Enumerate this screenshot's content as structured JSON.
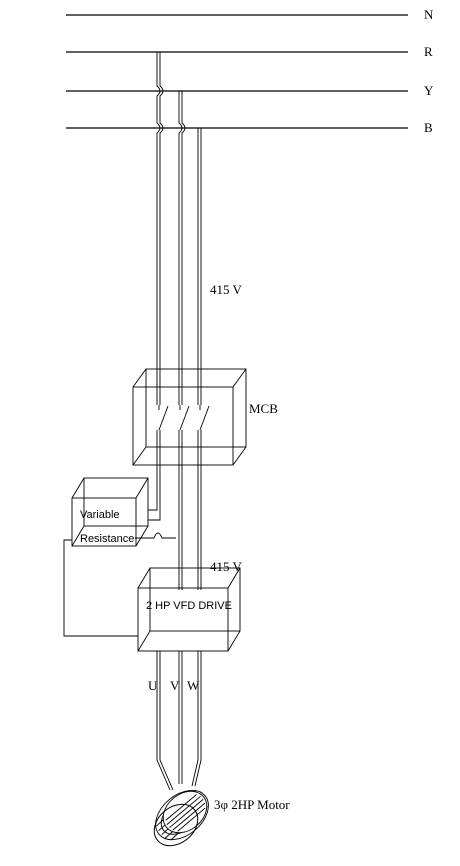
{
  "bus": {
    "n_label": "N",
    "r_label": "R",
    "y_label": "Y",
    "b_label": "B"
  },
  "labels": {
    "voltage_top": "415 V",
    "mcb": "MCB",
    "resistance_line1": "Variable",
    "resistance_line2": "Resistance",
    "voltage_drive": "415 V",
    "drive": "2 HP VFD DRIVE",
    "phase_u": "U",
    "phase_v": "V",
    "phase_w": "W",
    "motor": "3φ 2HP Motor"
  }
}
